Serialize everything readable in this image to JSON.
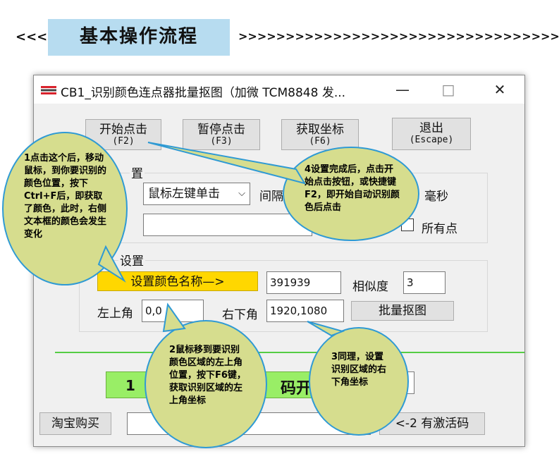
{
  "heading": {
    "left_arrows": "<<<",
    "title": "基本操作流程",
    "right_arrows": ">>>>>>>>>>>>>>>>>>>>>>>>>>>>>>>>>>"
  },
  "window": {
    "title": "CB1_识别颜色连点器批量抠图（加微 TCM8848 发...",
    "minimize": "—",
    "maximize": "□",
    "close": "✕"
  },
  "buttons": {
    "start": {
      "main": "开始点击",
      "sub": "(F2)"
    },
    "pause": {
      "main": "暂停点击",
      "sub": "(F3)"
    },
    "get_coord": {
      "main": "获取坐标",
      "sub": "(F6)"
    },
    "exit": {
      "main": "退出",
      "sub": "(Escape)"
    }
  },
  "group1": {
    "title_partial": "置",
    "combo_value": "鼠标左键单击",
    "interval_label_partial": "间隔",
    "ms_label": "毫秒",
    "all_points_label": "所有点"
  },
  "group2": {
    "title_partial": "设置",
    "set_color_button": "设置颜色名称—>",
    "color_value": "391939",
    "similarity_label": "相似度",
    "similarity_value": "3",
    "top_left_label": "左上角",
    "top_left_value": "0,0",
    "bottom_right_label": "右下角",
    "bottom_right_value": "1920,1080",
    "batch_button": "批量抠图"
  },
  "footer": {
    "status_left": "1",
    "status_right": "码开",
    "taobao_button": "淘宝购买",
    "activation_button": "<-2 有激活码"
  },
  "callouts": {
    "c1": "1点击这个后，移动鼠标，到你要识别的颜色位置，按下Ctrl+F后，即获取了颜色，此时，右侧文本框的颜色会发生变化",
    "c2": "2鼠标移到要识别颜色区域的左上角位置，按下F6键，获取识别区域的左上角坐标",
    "c3": "3同理，设置识别区域的右下角坐标",
    "c4": "4设置完成后，点击开始点击按钮，或快捷键F2，即开始自动识别颜色后点击"
  },
  "colors": {
    "heading_bg": "#b7dcf0",
    "callout_fill": "#d6dd8e",
    "callout_stroke": "#2f9ad4",
    "yellow_button": "#ffd700",
    "green_status": "#99ee66",
    "green_line": "#55cc44"
  }
}
